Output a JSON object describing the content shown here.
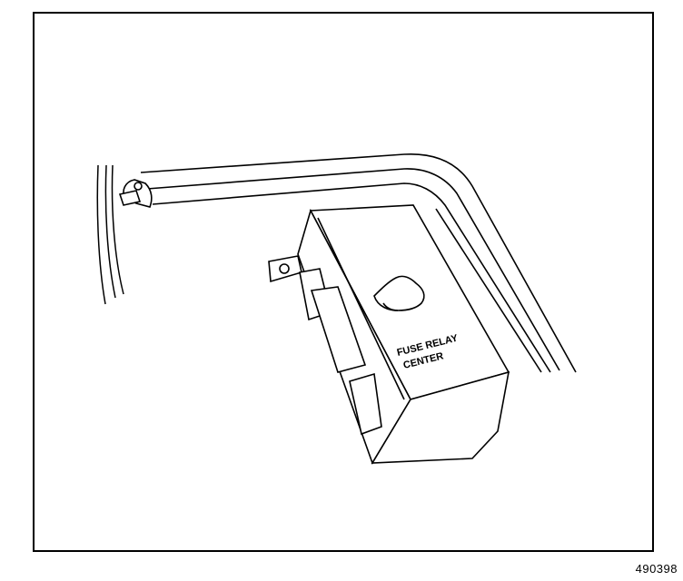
{
  "diagram": {
    "component_label_line1": "FUSE RELAY",
    "component_label_line2": "CENTER",
    "figure_number": "490398"
  },
  "colors": {
    "ink": "#000000",
    "paper": "#ffffff"
  },
  "icons": [
    "wiring-harness-icon",
    "mounting-tab-icon",
    "wing-nut-icon",
    "connector-icon"
  ]
}
